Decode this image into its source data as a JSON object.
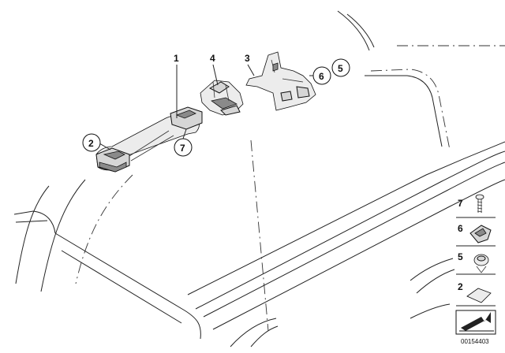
{
  "callouts": {
    "c1": "1",
    "c2": "2",
    "c3": "3",
    "c4": "4",
    "c5": "5",
    "c6": "6",
    "c7": "7"
  },
  "legend": {
    "l7": "7",
    "l6": "6",
    "l5": "5",
    "l2": "2"
  },
  "doc_id": "00154403"
}
